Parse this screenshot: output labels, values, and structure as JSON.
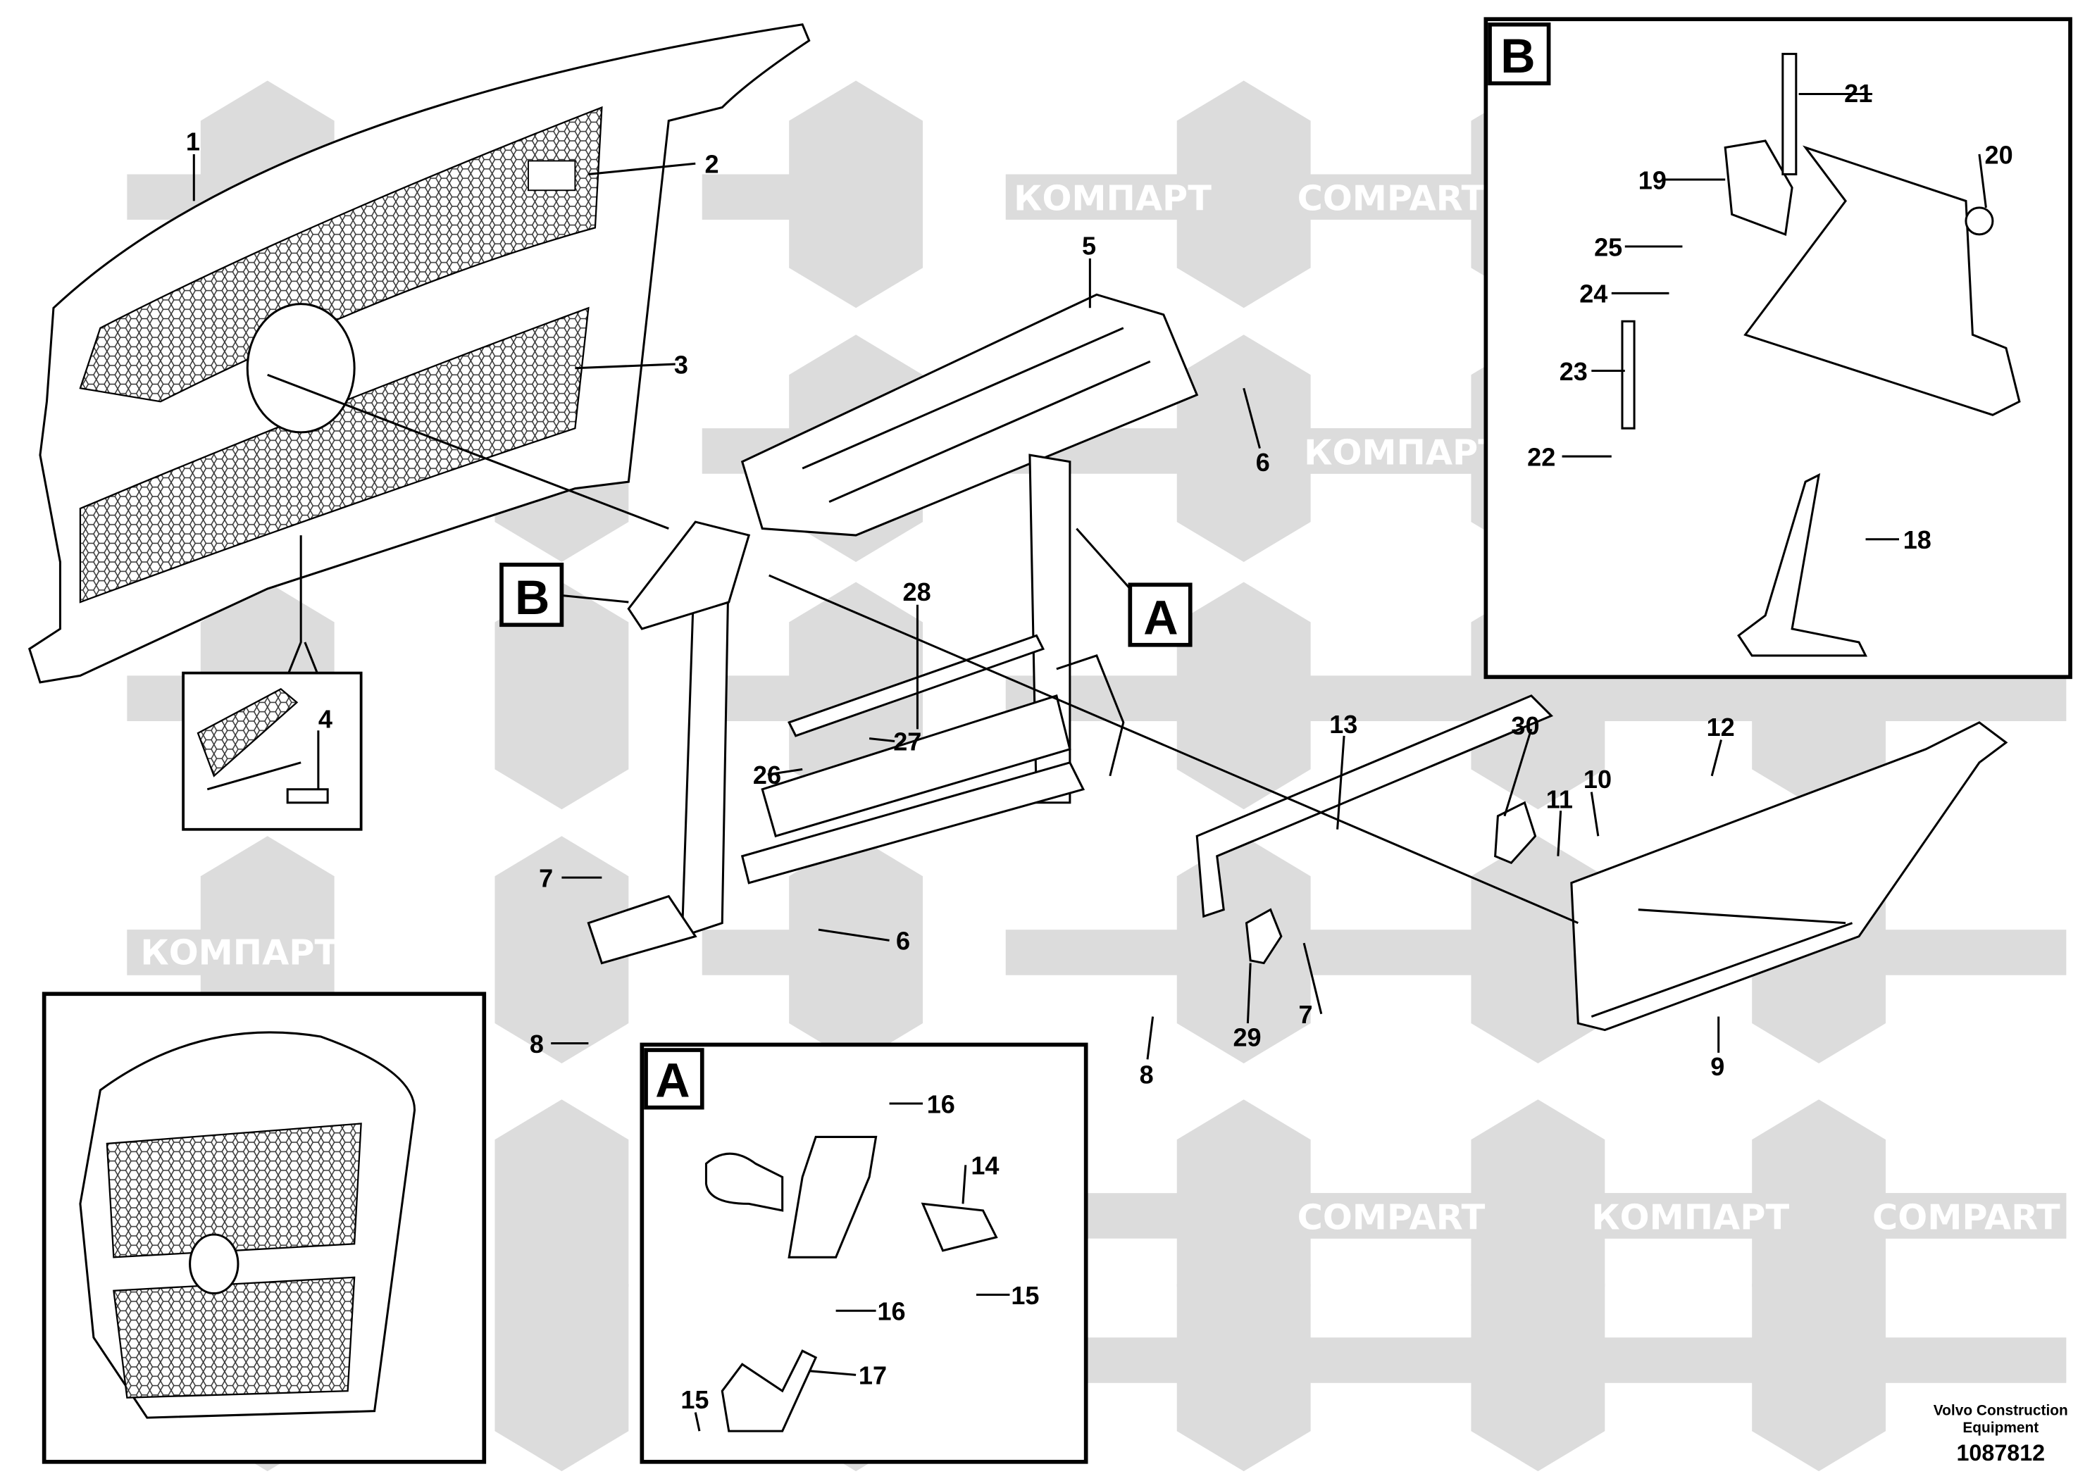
{
  "watermark": {
    "text_cyrillic": "КОМПАРТ",
    "text_latin": "COMPART",
    "color": "#d9d9d9"
  },
  "callouts": {
    "A": "A",
    "B": "B"
  },
  "labels": {
    "p1": "1",
    "p2": "2",
    "p3": "3",
    "p4": "4",
    "p5": "5",
    "p6a": "6",
    "p6b": "6",
    "p7a": "7",
    "p7b": "7",
    "p8a": "8",
    "p8b": "8",
    "p9": "9",
    "p10": "10",
    "p11": "11",
    "p12": "12",
    "p13": "13",
    "p14": "14",
    "p15a": "15",
    "p15b": "15",
    "p16a": "16",
    "p16b": "16",
    "p17": "17",
    "p18": "18",
    "p19": "19",
    "p20": "20",
    "p21": "21",
    "p22": "22",
    "p23": "23",
    "p24": "24",
    "p25": "25",
    "p26": "26",
    "p27": "27",
    "p28": "28",
    "p29": "29",
    "p30": "30"
  },
  "footer": {
    "brand_line1": "Volvo Construction",
    "brand_line2": "Equipment",
    "drawing_number": "1087812"
  }
}
